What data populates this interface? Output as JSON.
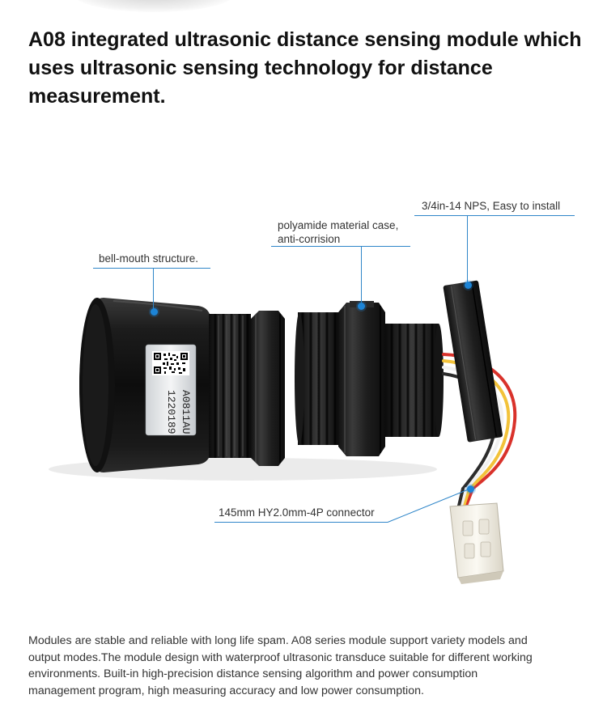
{
  "headline": {
    "lines": [
      "A08 integrated ultrasonic distance sensing module which",
      "uses ultrasonic sensing technology for distance",
      "measurement."
    ]
  },
  "callouts": {
    "bell_mouth": "bell-mouth structure.",
    "case_line1": "polyamide material case,",
    "case_line2": "anti-corrision",
    "nps": "3/4in-14 NPS, Easy to install",
    "connector": "145mm HY2.0mm-4P connector"
  },
  "label": {
    "model": "A0811AU",
    "serial": "1220189"
  },
  "description": {
    "lines": [
      "Modules are stable and reliable with long life spam. A08 series module support variety models and",
      "output modes.The module design with waterproof ultrasonic transduce suitable for different working",
      "environments. Built-in high-precision distance sensing algorithm and power consumption",
      "management program, high measuring accuracy and low power consumption."
    ]
  },
  "colors": {
    "accent": "#1d84d6",
    "leader": "#2f86c9",
    "body": "#1a1a1a"
  }
}
